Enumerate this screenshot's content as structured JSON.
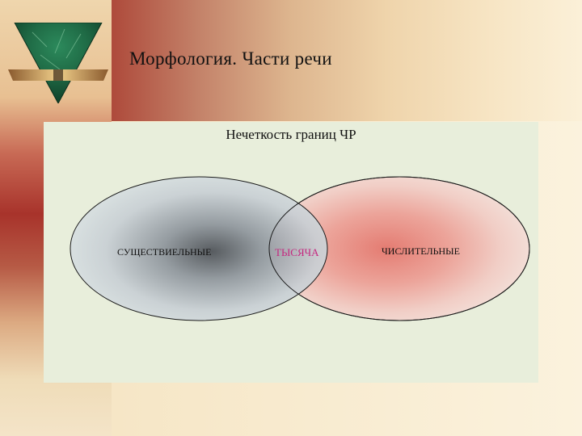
{
  "slide": {
    "title": "Морфология.  Части речи",
    "subtitle": "Нечеткость границ ЧР"
  },
  "diagram": {
    "left_circle_label": "СУЩЕСТВИЕЛЬНЫЕ",
    "intersection_label": "ТЫСЯЧА",
    "right_circle_label": "ЧИСЛИТЕЛЬНЫЕ"
  },
  "colors": {
    "panel_background": "#e8eedb",
    "left_circle_center": "#4b4f55",
    "right_circle_center": "#e47c72",
    "intersection_text": "#c6267f"
  },
  "icons": {
    "logo": "green-marble-triangle-logo"
  }
}
